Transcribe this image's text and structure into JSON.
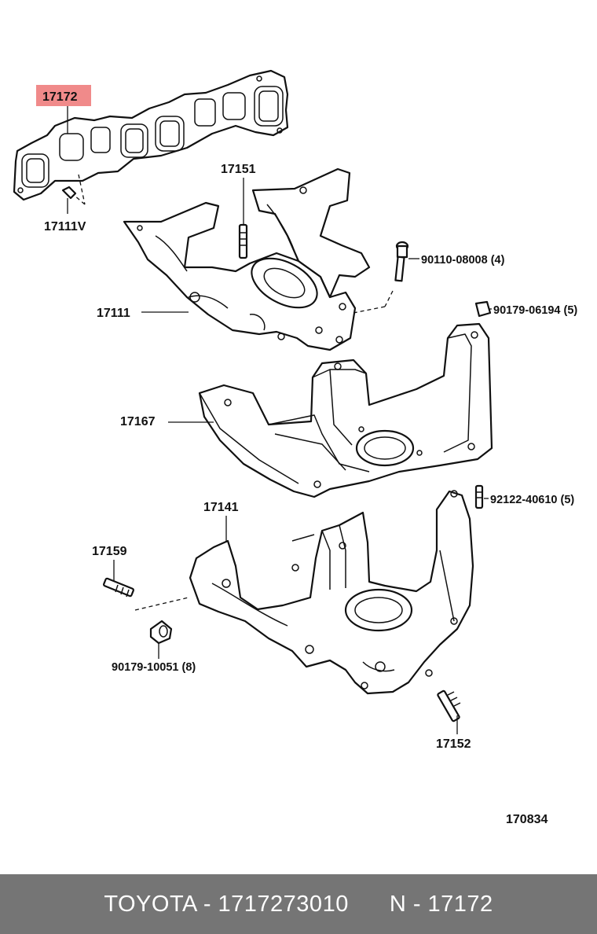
{
  "diagram": {
    "highlight_color": "#f08a8a",
    "labels": {
      "gasket": "17172",
      "gasket_pin": "17111V",
      "stud_upper": "17151",
      "bolt": "90110-08008 (4)",
      "nut_upper": "90179-06194 (5)",
      "intake_manifold": "17111",
      "heat_insulator": "17167",
      "stud_right": "92122-40610 (5)",
      "exhaust_manifold": "17141",
      "stud_left": "17159",
      "nut_lower": "90179-10051 (8)",
      "stud_bottom": "17152",
      "illustration_no": "170834"
    }
  },
  "footer": {
    "brand_part": "TOYOTA - 1717273010",
    "ref": "N - 17172",
    "bg_color": "#757575"
  }
}
